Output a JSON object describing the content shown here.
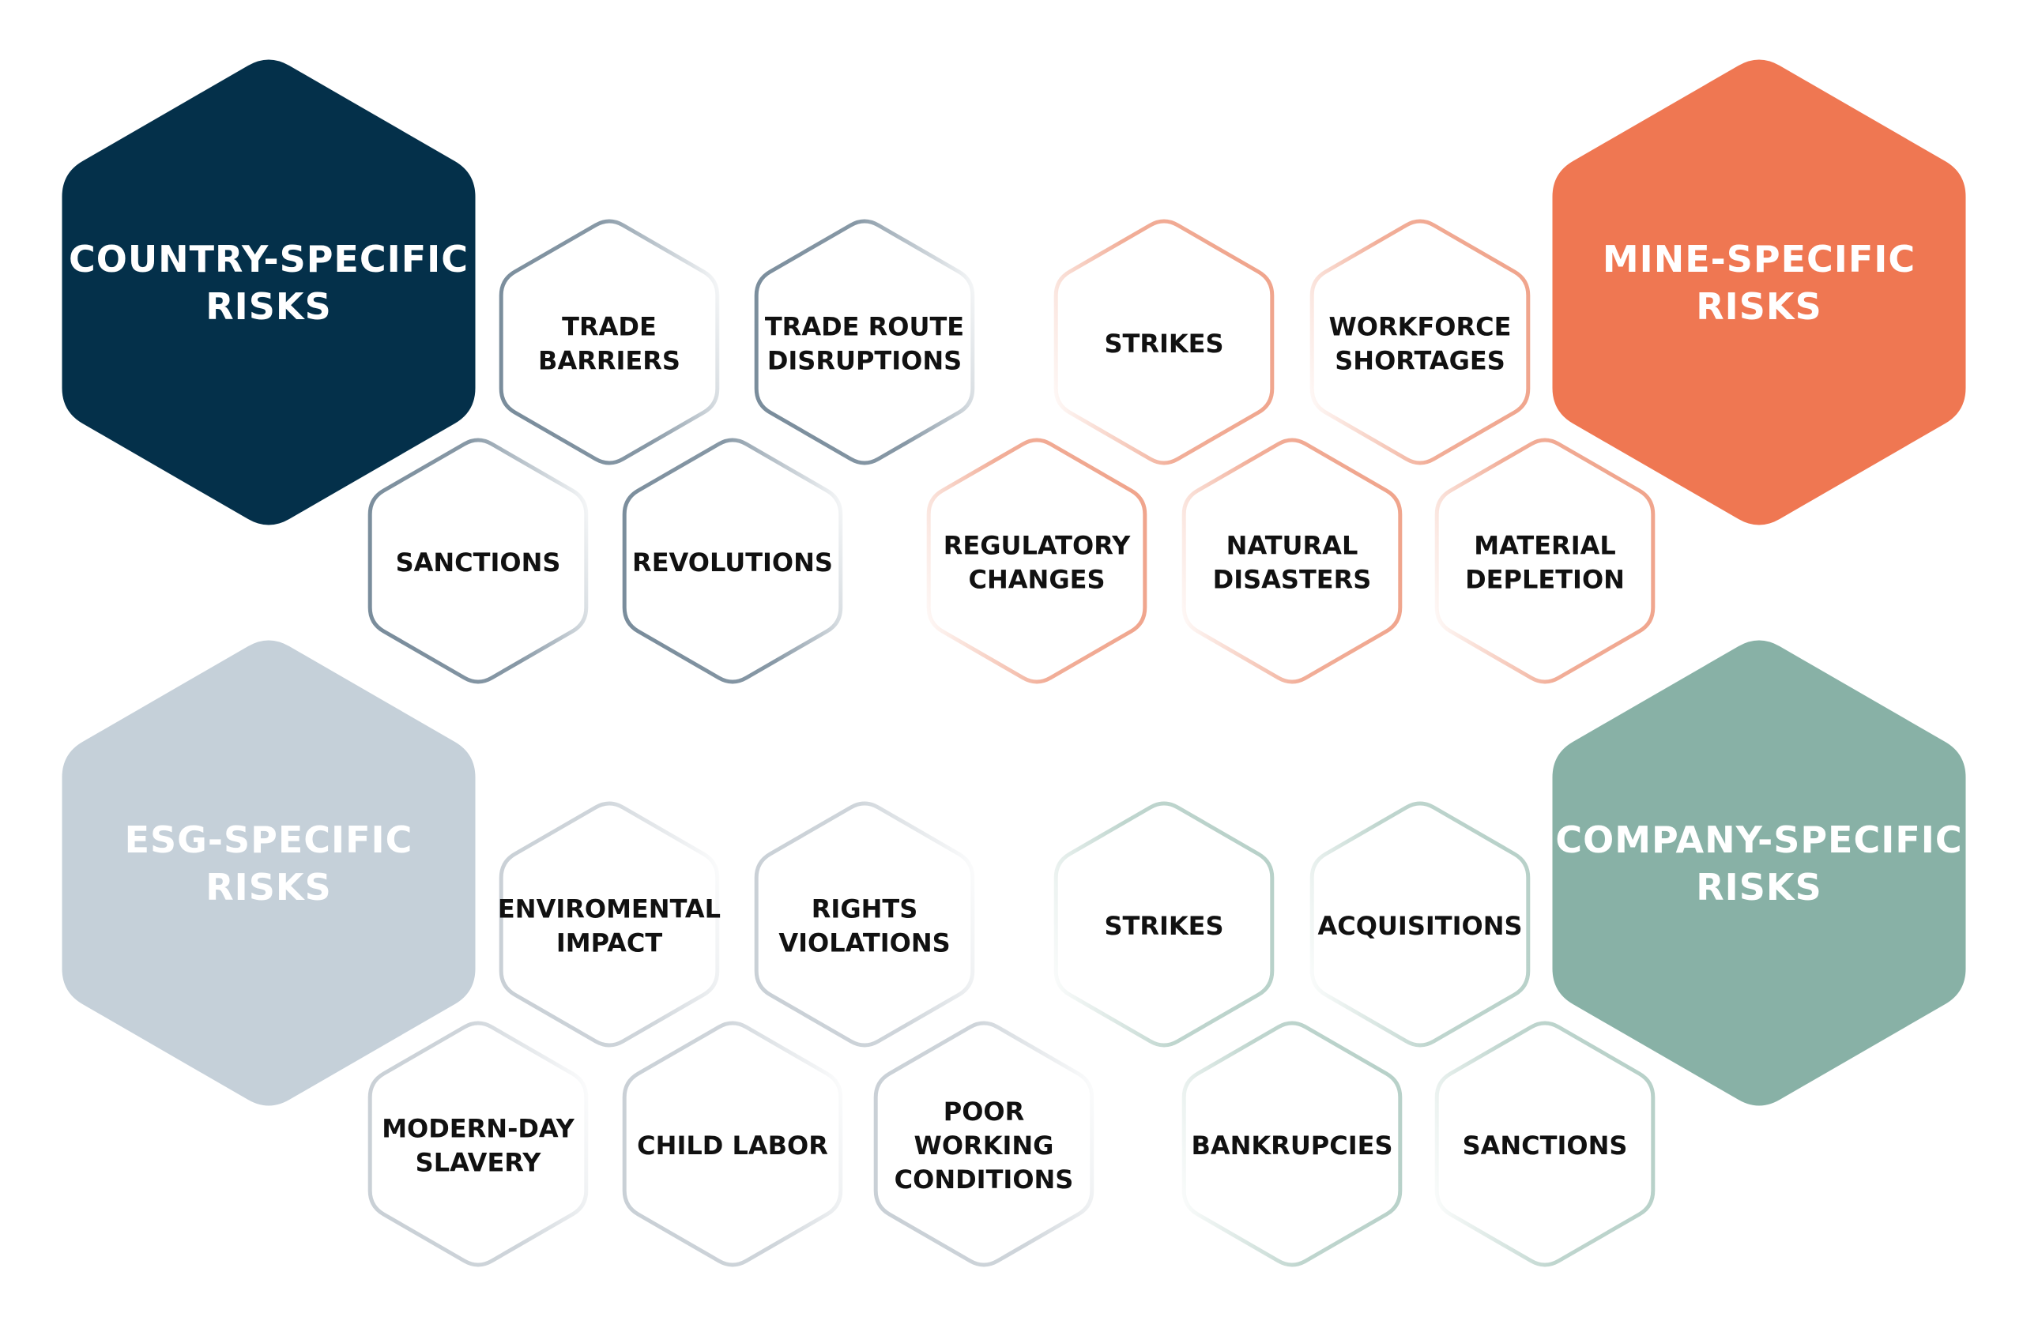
{
  "colors": {
    "country": "#04304a",
    "mine": "#ef7752",
    "esg": "#c5d0d9",
    "company": "#88b1a6",
    "country_outline": "#7a8d9c",
    "mine_outline": "#f0a58d",
    "esg_outline": "#c9d0d6",
    "company_outline": "#b8d1c9",
    "text_dark": "#111111",
    "text_light": "#ffffff"
  },
  "categories": [
    {
      "id": "country",
      "lines": [
        "COUNTRY-SPECIFIC",
        "RISKS"
      ]
    },
    {
      "id": "mine",
      "lines": [
        "MINE-SPECIFIC",
        "RISKS"
      ]
    },
    {
      "id": "esg",
      "lines": [
        "ESG-SPECIFIC",
        "RISKS"
      ]
    },
    {
      "id": "company",
      "lines": [
        "COMPANY-SPECIFIC",
        "RISKS"
      ]
    }
  ],
  "risks": {
    "country": [
      {
        "lines": [
          "TRADE",
          "BARRIERS"
        ]
      },
      {
        "lines": [
          "TRADE ROUTE",
          "DISRUPTIONS"
        ]
      },
      {
        "lines": [
          "SANCTIONS"
        ]
      },
      {
        "lines": [
          "REVOLUTIONS"
        ]
      }
    ],
    "mine": [
      {
        "lines": [
          "STRIKES"
        ]
      },
      {
        "lines": [
          "WORKFORCE",
          "SHORTAGES"
        ]
      },
      {
        "lines": [
          "REGULATORY",
          "CHANGES"
        ]
      },
      {
        "lines": [
          "NATURAL",
          "DISASTERS"
        ]
      },
      {
        "lines": [
          "MATERIAL",
          "DEPLETION"
        ]
      }
    ],
    "esg": [
      {
        "lines": [
          "ENVIROMENTAL",
          "IMPACT"
        ]
      },
      {
        "lines": [
          "RIGHTS",
          "VIOLATIONS"
        ]
      },
      {
        "lines": [
          "MODERN-DAY",
          "SLAVERY"
        ]
      },
      {
        "lines": [
          "CHILD LABOR"
        ]
      },
      {
        "lines": [
          "POOR",
          "WORKING",
          "CONDITIONS"
        ]
      }
    ],
    "company": [
      {
        "lines": [
          "STRIKES"
        ]
      },
      {
        "lines": [
          "ACQUISITIONS"
        ]
      },
      {
        "lines": [
          "BANKRUPCIES"
        ]
      },
      {
        "lines": [
          "SANCTIONS"
        ]
      }
    ]
  }
}
